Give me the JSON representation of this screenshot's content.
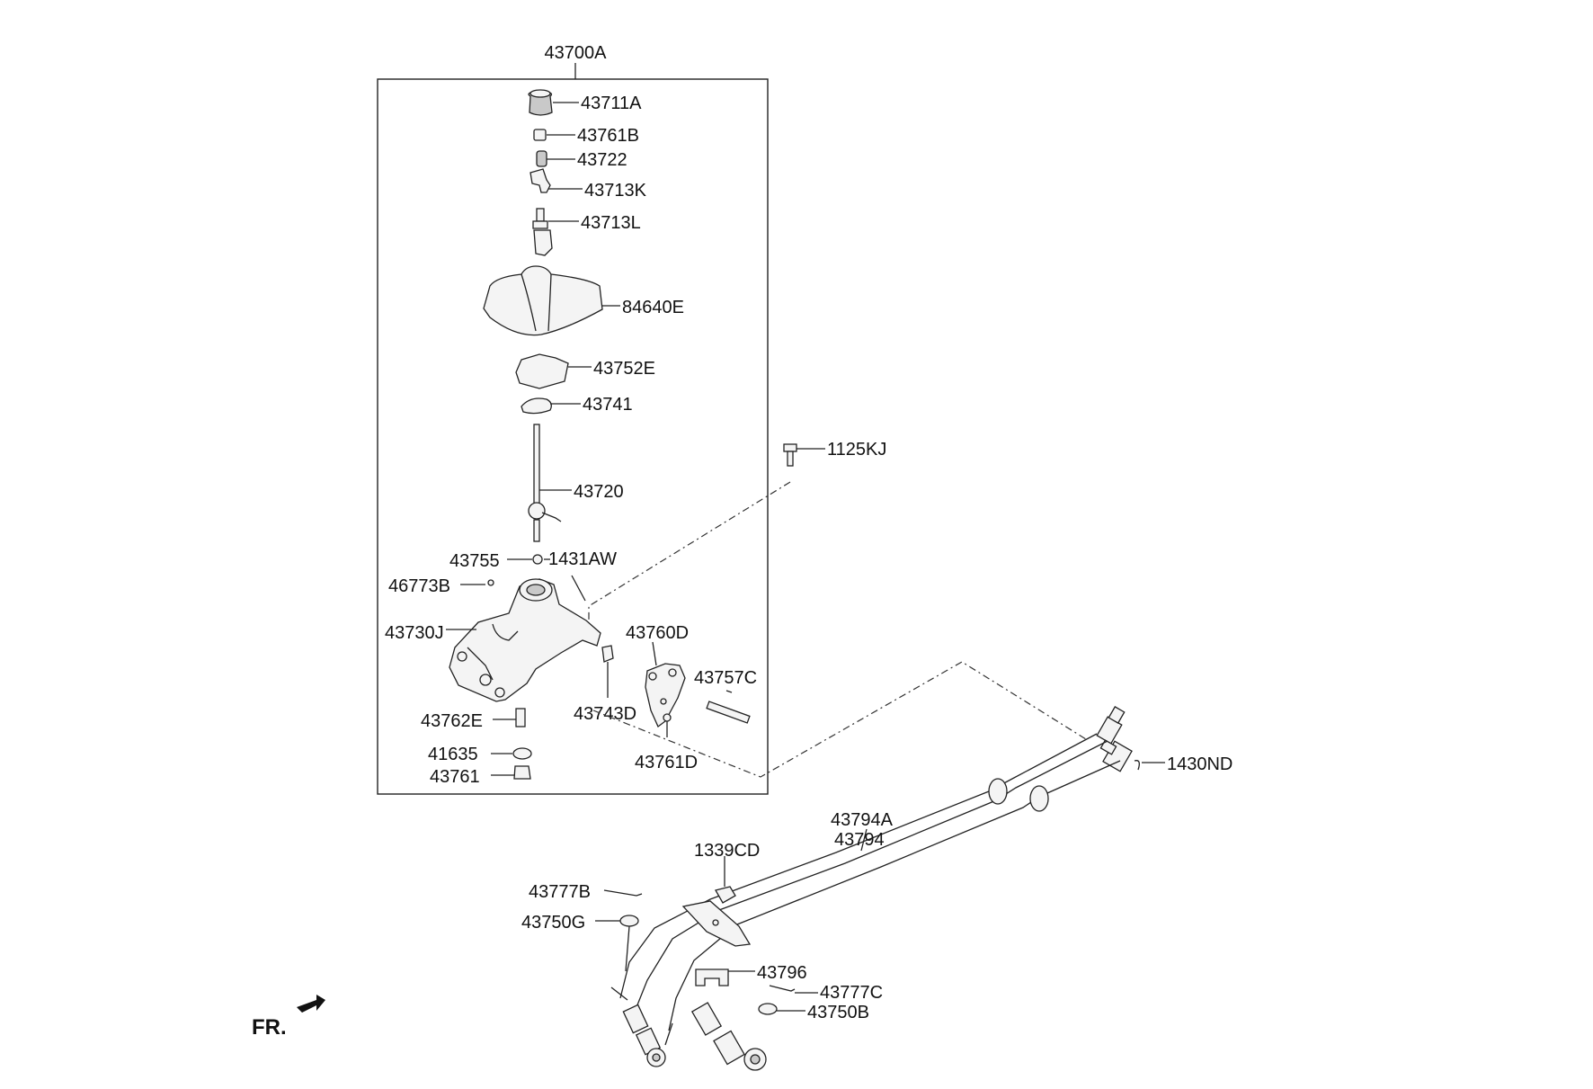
{
  "assembly_label": "43700A",
  "parts": {
    "p43711A": "43711A",
    "p43761B": "43761B",
    "p43722": "43722",
    "p43713K": "43713K",
    "p43713L": "43713L",
    "p84640E": "84640E",
    "p43752E": "43752E",
    "p43741": "43741",
    "p1125KJ": "1125KJ",
    "p43720": "43720",
    "p43755": "43755",
    "p1431AW": "1431AW",
    "p46773B": "46773B",
    "p43730J": "43730J",
    "p43760D": "43760D",
    "p43757C": "43757C",
    "p43743D": "43743D",
    "p43762E": "43762E",
    "p41635": "41635",
    "p43761": "43761",
    "p43761D": "43761D",
    "p1430ND": "1430ND",
    "p43794A": "43794A",
    "p43794": "43794",
    "p1339CD": "1339CD",
    "p43777B": "43777B",
    "p43750G": "43750G",
    "p43796": "43796",
    "p43777C": "43777C",
    "p43750B": "43750B"
  },
  "direction_label": "FR."
}
